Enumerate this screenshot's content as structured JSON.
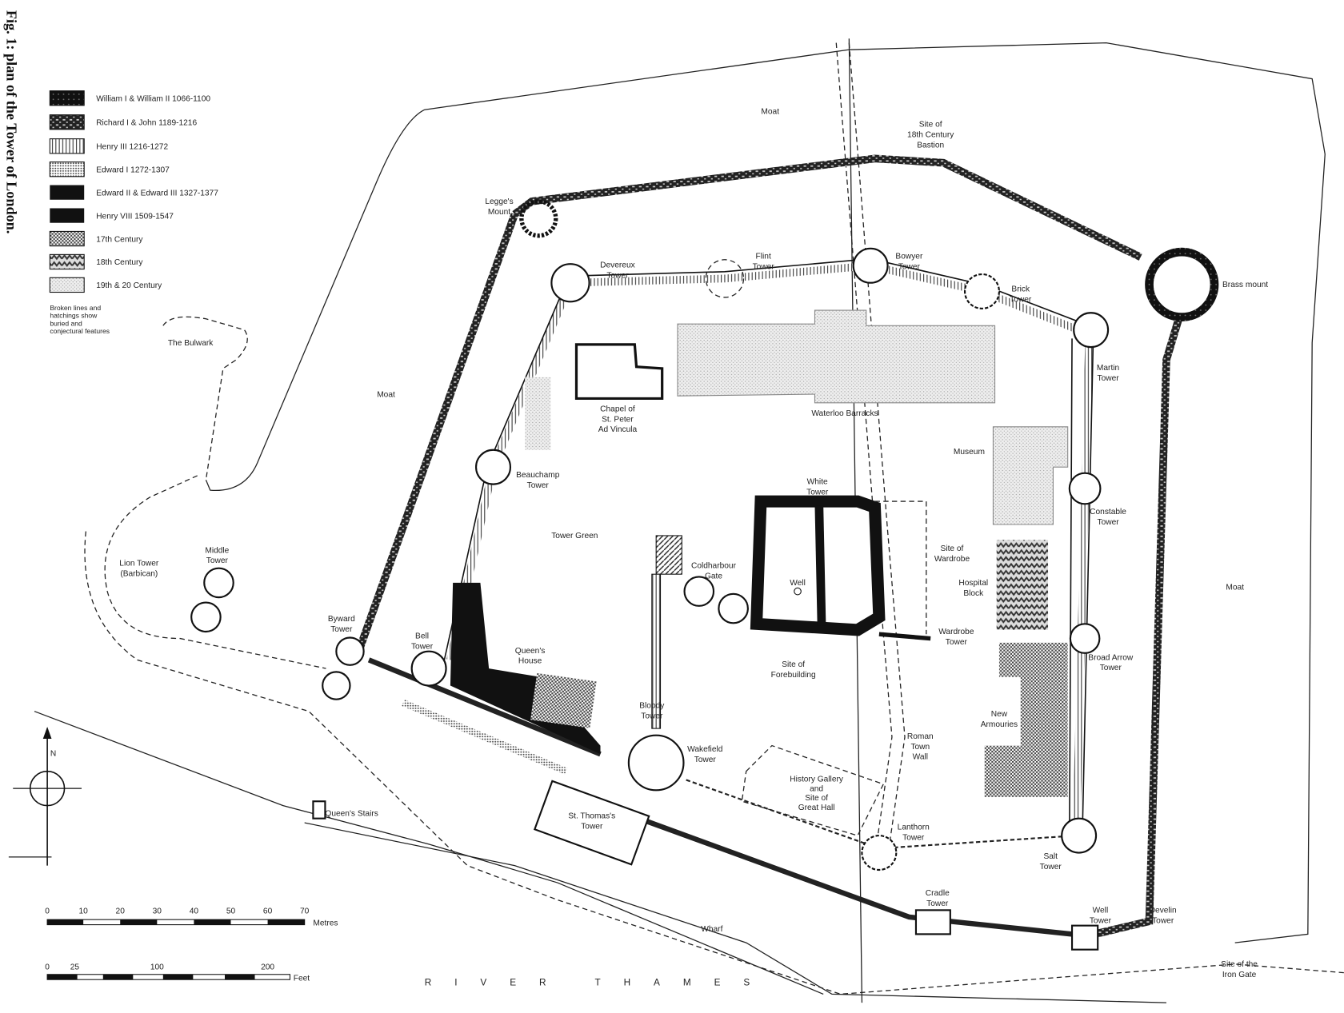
{
  "title": "Fig. 1: plan of the Tower of London.",
  "legend": {
    "items": [
      {
        "label": "William I & William II 1066-1100",
        "pattern": "speckle-dark"
      },
      {
        "label": "Richard I & John 1189-1216",
        "pattern": "brick-dark"
      },
      {
        "label": "Henry III 1216-1272",
        "pattern": "vertical-lines"
      },
      {
        "label": "Edward I 1272-1307",
        "pattern": "fine-dots"
      },
      {
        "label": "Edward II & Edward III 1327-1377",
        "pattern": "solid-black"
      },
      {
        "label": "Henry VIII 1509-1547",
        "pattern": "solid-black"
      },
      {
        "label": "17th Century",
        "pattern": "checker"
      },
      {
        "label": "18th Century",
        "pattern": "zigzag"
      },
      {
        "label": "19th & 20 Century",
        "pattern": "light-stipple"
      }
    ],
    "note": [
      "Broken lines and",
      "hatchings show",
      "buried and",
      "conjectural features"
    ]
  },
  "labels": {
    "moat_north": "Moat",
    "moat_west": "Moat",
    "moat_east": "Moat",
    "bastion": [
      "Site of",
      "18th Century",
      "Bastion"
    ],
    "legges": [
      "Legge's",
      "Mount"
    ],
    "devereux": [
      "Devereux",
      "Tower"
    ],
    "flint": [
      "Flint",
      "Tower"
    ],
    "bowyer": [
      "Bowyer",
      "Tower"
    ],
    "brick": [
      "Brick",
      "Tower"
    ],
    "brass": "Brass mount",
    "martin": [
      "Martin",
      "Tower"
    ],
    "bulwark": "The Bulwark",
    "chapel": [
      "Chapel of",
      "St. Peter",
      "Ad Vincula"
    ],
    "barracks": "Waterloo Barracks",
    "museum": "Museum",
    "beauchamp": [
      "Beauchamp",
      "Tower"
    ],
    "white_tower": [
      "White",
      "Tower"
    ],
    "tower_green": "Tower Green",
    "constable": [
      "Constable",
      "Tower"
    ],
    "wardrobe_site": [
      "Site of",
      "Wardrobe"
    ],
    "coldharbour": [
      "Coldharbour",
      "Gate"
    ],
    "well": "Well",
    "hospital": [
      "Hospital",
      "Block"
    ],
    "lion": [
      "Lion Tower",
      "(Barbican)"
    ],
    "middle": [
      "Middle",
      "Tower"
    ],
    "wardrobe_tower": [
      "Wardrobe",
      "Tower"
    ],
    "byward": [
      "Byward",
      "Tower"
    ],
    "bell": [
      "Bell",
      "Tower"
    ],
    "queens_house": [
      "Queen's",
      "House"
    ],
    "forebuilding": [
      "Site of",
      "Forebuilding"
    ],
    "broad_arrow": [
      "Broad Arrow",
      "Tower"
    ],
    "bloody": [
      "Bloody",
      "Tower"
    ],
    "new_armouries": [
      "New",
      "Armouries"
    ],
    "wakefield": [
      "Wakefield",
      "Tower"
    ],
    "roman_wall": [
      "Roman",
      "Town",
      "Wall"
    ],
    "history_gallery": [
      "History Gallery",
      "and",
      "Site of",
      "Great Hall"
    ],
    "queens_stairs": "Queen's Stairs",
    "st_thomas": [
      "St. Thomas's",
      "Tower"
    ],
    "lanthorn": [
      "Lanthorn",
      "Tower"
    ],
    "salt": [
      "Salt",
      "Tower"
    ],
    "cradle": [
      "Cradle",
      "Tower"
    ],
    "well_tower": [
      "Well",
      "Tower"
    ],
    "develin": [
      "Develin",
      "Tower"
    ],
    "wharf": "Wharf",
    "river": "RIVER THAMES",
    "iron_gate": [
      "Site of the",
      "Iron Gate"
    ]
  },
  "compass": {
    "north": "N"
  },
  "scale_metres": {
    "ticks": [
      "0",
      "10",
      "20",
      "30",
      "40",
      "50",
      "60",
      "70"
    ],
    "unit": "Metres"
  },
  "scale_feet": {
    "ticks": [
      "0",
      "25",
      "100",
      "200"
    ],
    "unit": "Feet"
  }
}
